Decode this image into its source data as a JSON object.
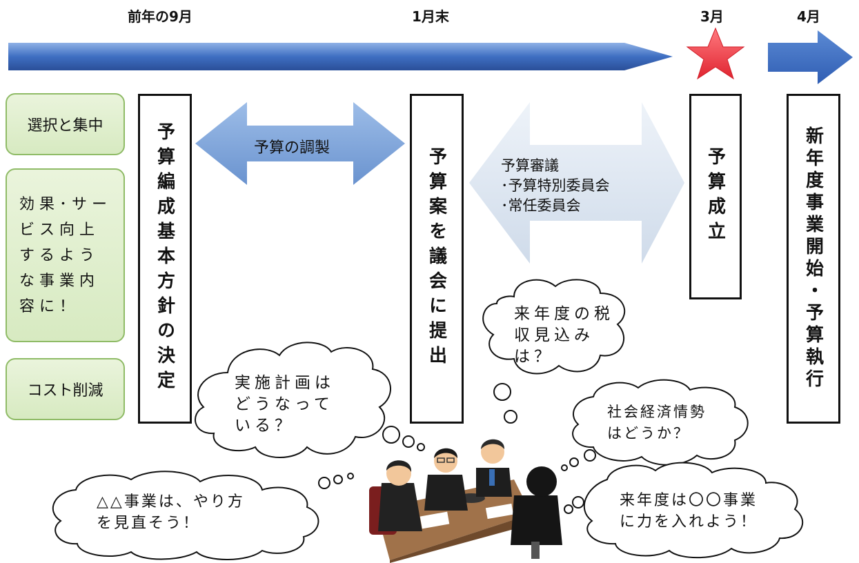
{
  "timeline": {
    "labels": [
      "前年の9月",
      "1月末",
      "3月",
      "4月"
    ]
  },
  "side_boxes": {
    "box1": "選択と集中",
    "box2_lines": [
      "効果･サー",
      "ビス向上",
      "するよう",
      "な事業内",
      "容に！"
    ],
    "box3": "コスト削減"
  },
  "vertical_boxes": {
    "v1": "予算編成基本方針の決定",
    "v2": "予算案を議会に提出",
    "v3": "予算成立",
    "v4": "新年度事業開始・予算執行"
  },
  "arrows": {
    "arrow1": "予算の調製",
    "arrow2_lines": [
      "予算審議",
      "･予算特別委員会",
      "･常任委員会"
    ]
  },
  "bubbles": {
    "b1_lines": [
      "来年度の税",
      "収見込み",
      "は？"
    ],
    "b2_lines": [
      "実施計画は",
      "どうなって",
      "いる？"
    ],
    "b3_lines": [
      "社会経済情勢",
      "はどうか？"
    ],
    "b4_lines": [
      "△△事業は、やり方",
      "を見直そう！"
    ],
    "b5_lines": [
      "来年度は〇〇事業",
      "に力を入れよう！"
    ]
  },
  "colors": {
    "timeline_arrow": "#3f6fc2",
    "star": "#e8303a",
    "arrow1": "#7ea6dc",
    "arrow2": "#dde6f1",
    "side_box": "#dcedc8"
  }
}
